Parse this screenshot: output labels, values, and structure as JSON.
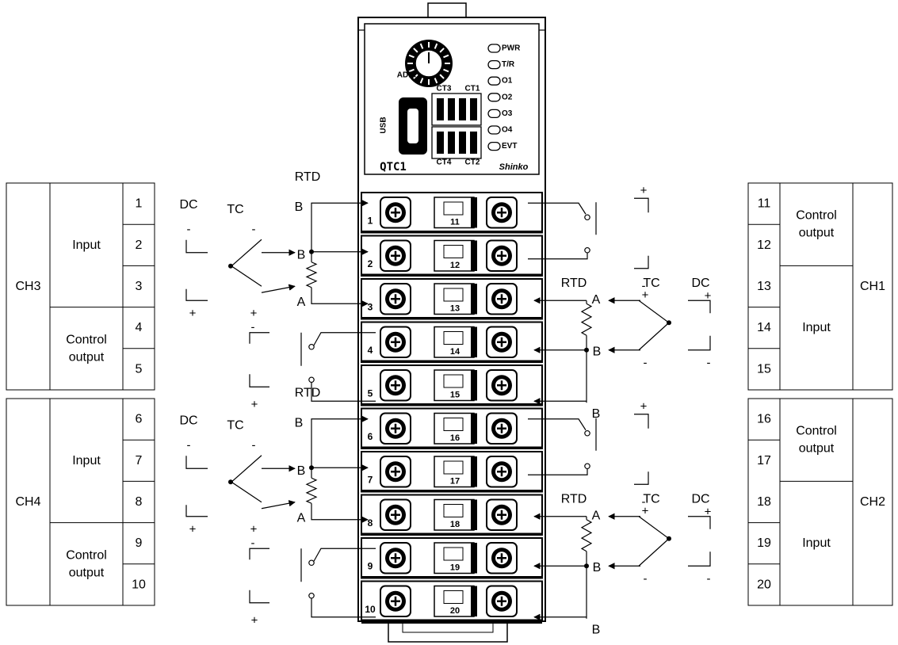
{
  "left_tables": [
    {
      "channel": "CH3",
      "groups": [
        {
          "label": [
            "Input"
          ],
          "terminals": [
            "1",
            "2",
            "3"
          ]
        },
        {
          "label": [
            "Control",
            "output"
          ],
          "terminals": [
            "4",
            "5"
          ]
        }
      ]
    },
    {
      "channel": "CH4",
      "groups": [
        {
          "label": [
            "Input"
          ],
          "terminals": [
            "6",
            "7",
            "8"
          ]
        },
        {
          "label": [
            "Control",
            "output"
          ],
          "terminals": [
            "9",
            "10"
          ]
        }
      ]
    }
  ],
  "right_tables": [
    {
      "channel": "CH1",
      "groups": [
        {
          "label": [
            "Control",
            "output"
          ],
          "terminals": [
            "11",
            "12"
          ]
        },
        {
          "label": [
            "Input"
          ],
          "terminals": [
            "13",
            "14",
            "15"
          ]
        }
      ]
    },
    {
      "channel": "CH2",
      "groups": [
        {
          "label": [
            "Control",
            "output"
          ],
          "terminals": [
            "16",
            "17"
          ]
        },
        {
          "label": [
            "Input"
          ],
          "terminals": [
            "18",
            "19",
            "20"
          ]
        }
      ]
    }
  ],
  "device": {
    "model": "QTC1",
    "brand": "Shinko",
    "addr_label": "ADD.",
    "usb_label": "USB",
    "ct_labels": [
      "CT3",
      "CT1",
      "CT4",
      "CT2"
    ],
    "leds": [
      "PWR",
      "T/R",
      "O1",
      "O2",
      "O3",
      "O4",
      "EVT"
    ],
    "left_terminals": [
      "1",
      "2",
      "3",
      "4",
      "5",
      "6",
      "7",
      "8",
      "9",
      "10"
    ],
    "right_terminals": [
      "11",
      "12",
      "13",
      "14",
      "15",
      "16",
      "17",
      "18",
      "19",
      "20"
    ]
  },
  "wiring_labels": {
    "dc": "DC",
    "tc": "TC",
    "rtd": "RTD",
    "a": "A",
    "b": "B",
    "plus": "+",
    "minus": "-"
  }
}
